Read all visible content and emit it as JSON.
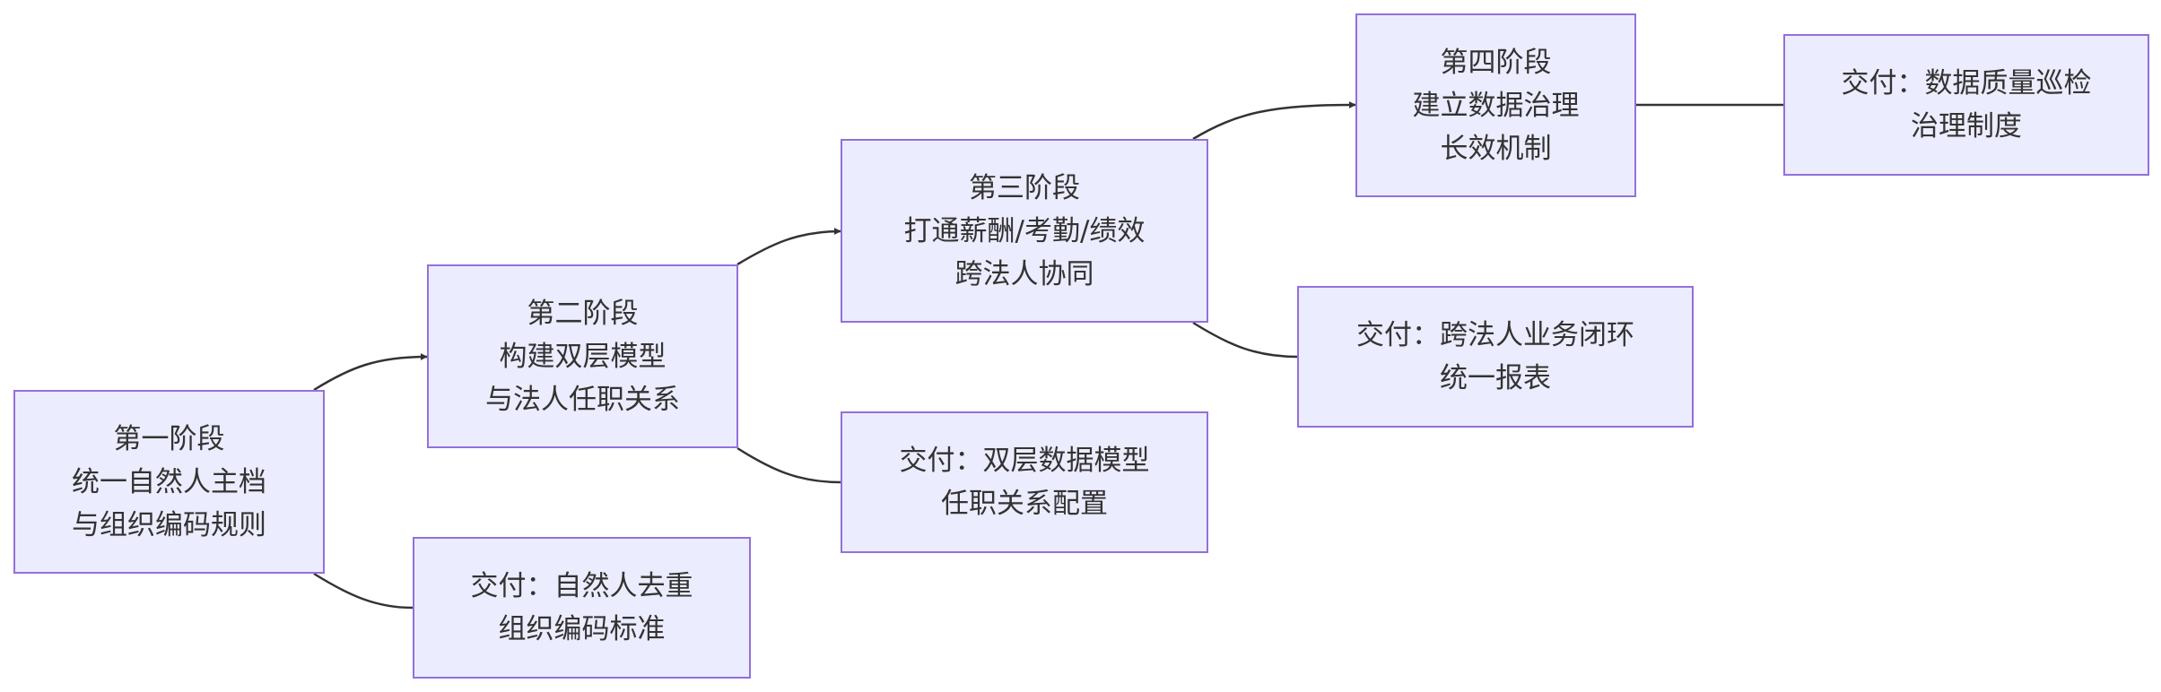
{
  "diagram": {
    "stages": [
      {
        "lines": [
          "第一阶段",
          "统一自然人主档",
          "与组织编码规则"
        ]
      },
      {
        "lines": [
          "第二阶段",
          "构建双层模型",
          "与法人任职关系"
        ]
      },
      {
        "lines": [
          "第三阶段",
          "打通薪酬/考勤/绩效",
          "跨法人协同"
        ]
      },
      {
        "lines": [
          "第四阶段",
          "建立数据治理",
          "长效机制"
        ]
      }
    ],
    "deliverables": [
      {
        "lines": [
          "交付：自然人去重",
          "组织编码标准"
        ]
      },
      {
        "lines": [
          "交付：双层数据模型",
          "任职关系配置"
        ]
      },
      {
        "lines": [
          "交付：跨法人业务闭环",
          "统一报表"
        ]
      },
      {
        "lines": [
          "交付：数据质量巡检",
          "治理制度"
        ]
      }
    ],
    "colors": {
      "node_fill": "#ECECFF",
      "node_border": "#9370DB",
      "text": "#333333",
      "edge": "#333333"
    }
  }
}
